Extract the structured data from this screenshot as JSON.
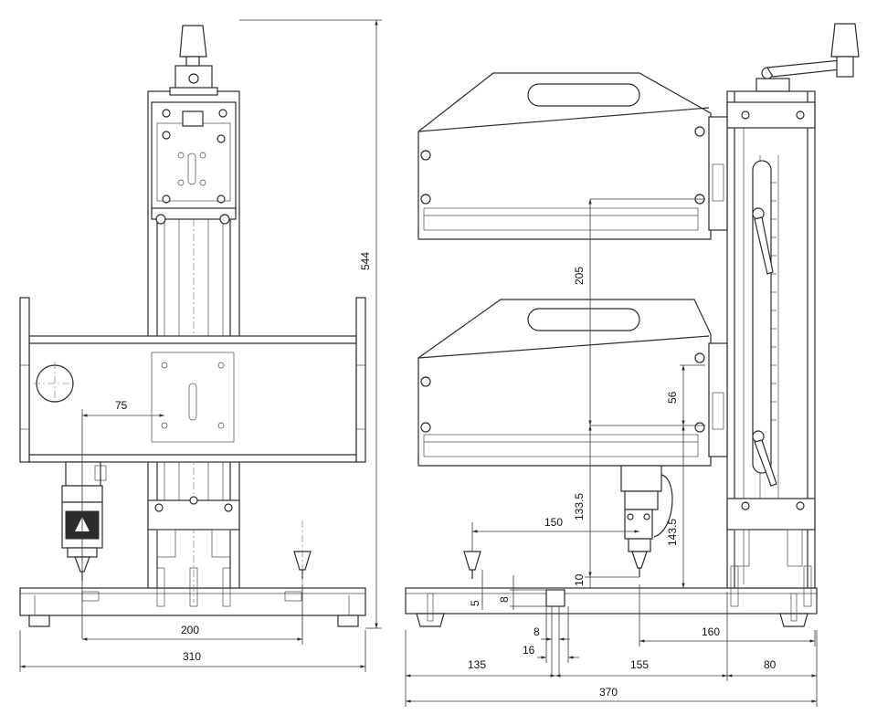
{
  "figure": {
    "description_type": "technical drawing",
    "line_color": "#2b2b2b",
    "background": "#ffffff"
  },
  "dimensions": {
    "front": {
      "height": "544",
      "offset": "75",
      "span": "200",
      "width": "310"
    },
    "side": {
      "travel": "205",
      "lever": "56",
      "head_height": "133.5",
      "stroke": "143.5",
      "reach": "150",
      "tip": "10",
      "foot_5": "5",
      "foot_8": "8",
      "gap_8": "8",
      "gap_16": "16",
      "base_135": "135",
      "base_155": "155",
      "base_80": "80",
      "reach_160": "160",
      "total_width": "370"
    }
  }
}
